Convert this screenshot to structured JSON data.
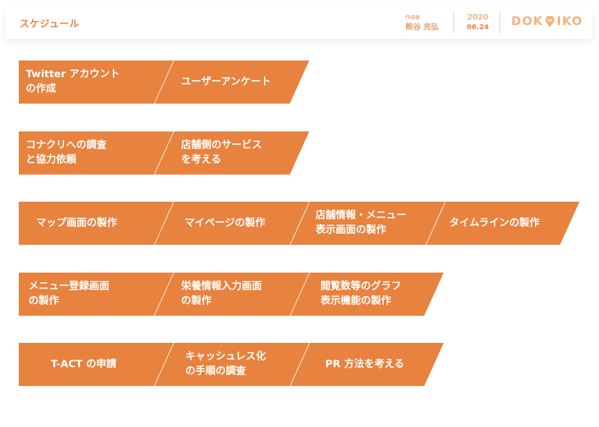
{
  "header": {
    "title": "スケジュール",
    "author_label": "作成者",
    "author_name": "熊谷 充弘",
    "year": "2020",
    "date": "06.24",
    "logo_left": "DOK",
    "logo_right": "IKO",
    "accent": "#e8823f"
  },
  "rows": [
    {
      "items": [
        "Twitter アカウント\nの作成",
        "ユーザーアンケート"
      ]
    },
    {
      "items": [
        "コナクリへの調査\nと協力依頼",
        "店舗側のサービス\nを考える"
      ]
    },
    {
      "items": [
        "マップ画面の製作",
        "マイページの製作",
        "店舗情報・メニュー\n表示画面の製作",
        "タイムラインの製作"
      ]
    },
    {
      "items": [
        "メニュー登録画面\nの製作",
        "栄養情報入力画面\nの製作",
        "閲覧数等のグラフ\n表示機能の製作"
      ]
    },
    {
      "items": [
        "T-ACT の申請",
        "キャッシュレス化\nの手順の調査",
        "PR 方法を考える"
      ]
    }
  ]
}
